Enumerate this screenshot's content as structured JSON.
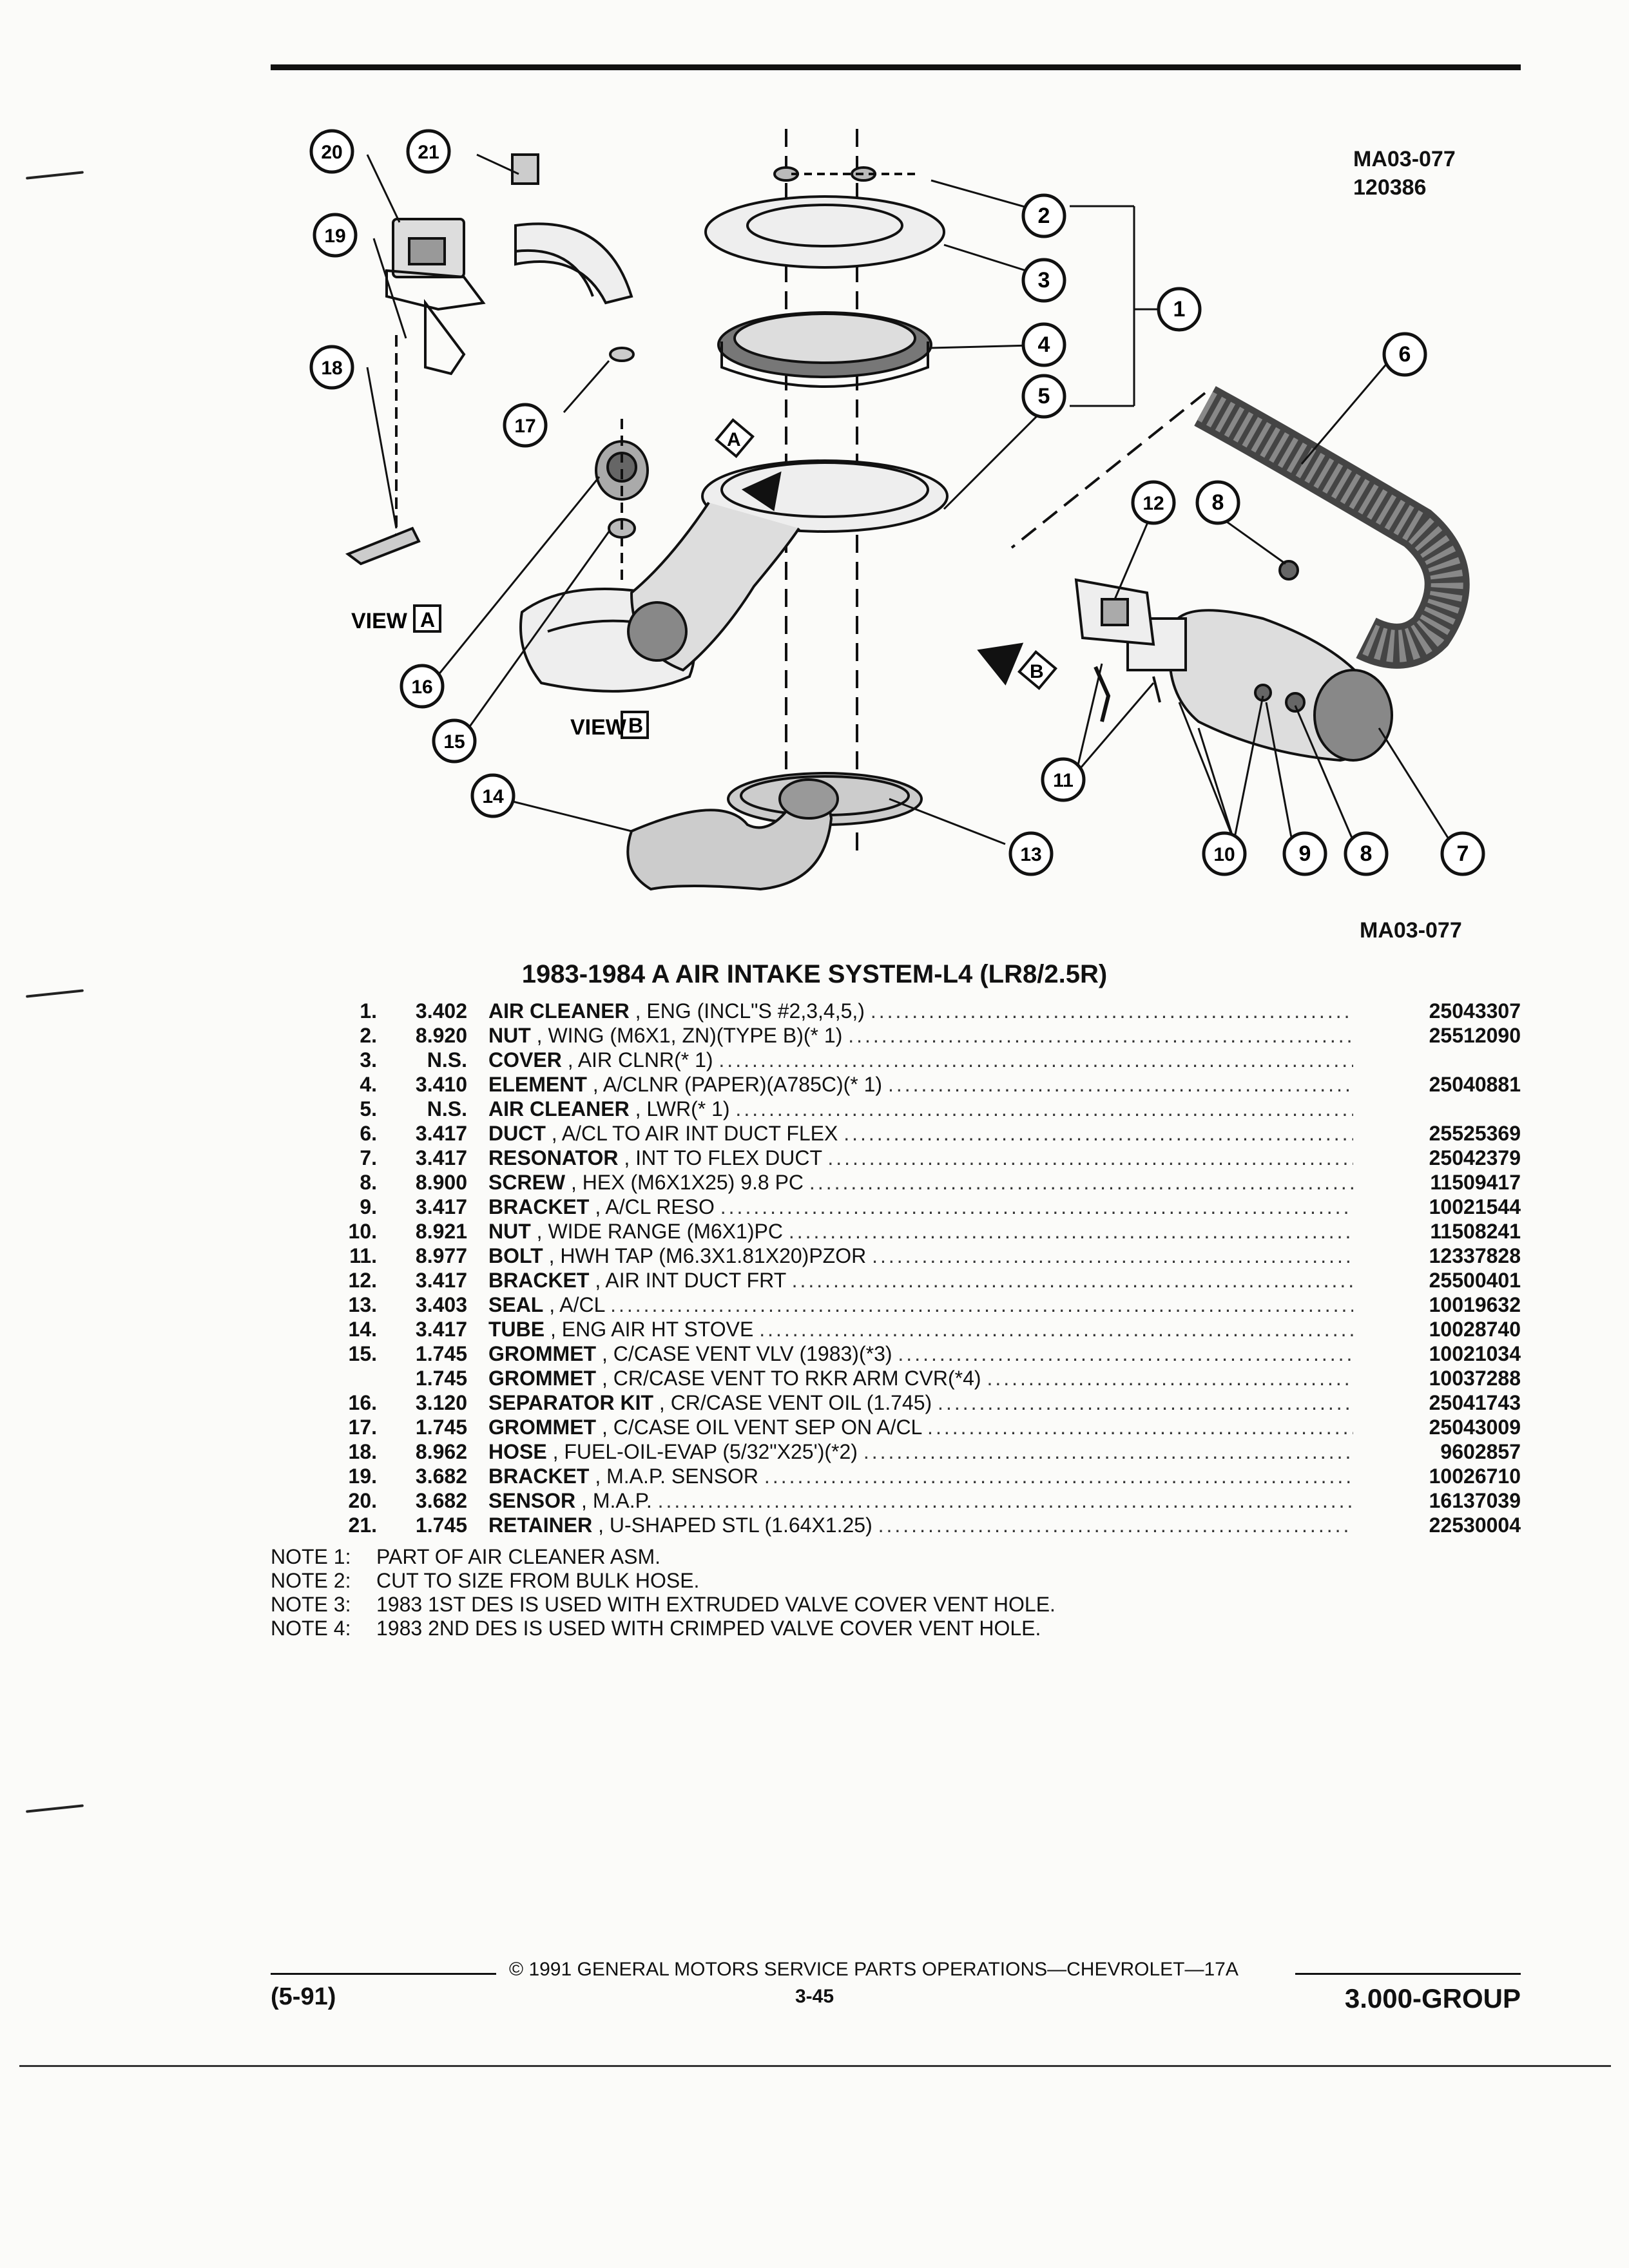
{
  "figure": {
    "code_top": "MA03-077",
    "code_top_2": "120386",
    "code_bottom": "MA03-077",
    "view_a_label": "VIEW",
    "view_a_letter": "A",
    "view_b_label": "VIEW",
    "view_b_letter": "B",
    "callouts": [
      "1",
      "2",
      "3",
      "4",
      "5",
      "6",
      "7",
      "8",
      "8",
      "9",
      "10",
      "11",
      "12",
      "13",
      "14",
      "15",
      "16",
      "17",
      "18",
      "19",
      "20",
      "21"
    ]
  },
  "section_title": "1983-1984 A AIR INTAKE SYSTEM-L4 (LR8/2.5R)",
  "parts": [
    {
      "item": "1.",
      "group": "3.402",
      "name": "AIR CLEANER",
      "desc": ", ENG (INCL\"S #2,3,4,5,)",
      "pn": "25043307"
    },
    {
      "item": "2.",
      "group": "8.920",
      "name": "NUT",
      "desc": ", WING (M6X1, ZN)(TYPE B)(* 1)",
      "pn": "25512090"
    },
    {
      "item": "3.",
      "group": "N.S.",
      "name": "COVER",
      "desc": ", AIR CLNR(* 1)",
      "pn": ""
    },
    {
      "item": "4.",
      "group": "3.410",
      "name": "ELEMENT",
      "desc": ", A/CLNR (PAPER)(A785C)(* 1)",
      "pn": "25040881"
    },
    {
      "item": "5.",
      "group": "N.S.",
      "name": "AIR CLEANER",
      "desc": ", LWR(* 1)",
      "pn": ""
    },
    {
      "item": "6.",
      "group": "3.417",
      "name": "DUCT",
      "desc": ", A/CL TO AIR INT DUCT FLEX",
      "pn": "25525369"
    },
    {
      "item": "7.",
      "group": "3.417",
      "name": "RESONATOR",
      "desc": ", INT TO FLEX DUCT",
      "pn": "25042379"
    },
    {
      "item": "8.",
      "group": "8.900",
      "name": "SCREW",
      "desc": ", HEX (M6X1X25) 9.8 PC",
      "pn": "11509417"
    },
    {
      "item": "9.",
      "group": "3.417",
      "name": "BRACKET",
      "desc": ", A/CL RESO",
      "pn": "10021544"
    },
    {
      "item": "10.",
      "group": "8.921",
      "name": "NUT",
      "desc": ", WIDE RANGE (M6X1)PC",
      "pn": "11508241"
    },
    {
      "item": "11.",
      "group": "8.977",
      "name": "BOLT",
      "desc": ", HWH TAP (M6.3X1.81X20)PZOR",
      "pn": "12337828"
    },
    {
      "item": "12.",
      "group": "3.417",
      "name": "BRACKET",
      "desc": ", AIR INT DUCT FRT",
      "pn": "25500401"
    },
    {
      "item": "13.",
      "group": "3.403",
      "name": "SEAL",
      "desc": ", A/CL",
      "pn": "10019632"
    },
    {
      "item": "14.",
      "group": "3.417",
      "name": "TUBE",
      "desc": ", ENG AIR HT STOVE",
      "pn": "10028740"
    },
    {
      "item": "15.",
      "group": "1.745",
      "name": "GROMMET",
      "desc": ", C/CASE VENT VLV (1983)(*3)",
      "pn": "10021034"
    },
    {
      "item": "",
      "group": "1.745",
      "name": "GROMMET",
      "desc": ", CR/CASE VENT TO RKR ARM CVR(*4)",
      "pn": "10037288"
    },
    {
      "item": "16.",
      "group": "3.120",
      "name": "SEPARATOR KIT",
      "desc": ", CR/CASE VENT OIL (1.745)",
      "pn": "25041743"
    },
    {
      "item": "17.",
      "group": "1.745",
      "name": "GROMMET",
      "desc": ", C/CASE OIL VENT SEP ON A/CL",
      "pn": "25043009"
    },
    {
      "item": "18.",
      "group": "8.962",
      "name": "HOSE",
      "desc": ", FUEL-OIL-EVAP (5/32\"X25')(*2)",
      "pn": "9602857"
    },
    {
      "item": "19.",
      "group": "3.682",
      "name": "BRACKET",
      "desc": ", M.A.P. SENSOR",
      "pn": "10026710"
    },
    {
      "item": "20.",
      "group": "3.682",
      "name": "SENSOR",
      "desc": ", M.A.P.",
      "pn": "16137039"
    },
    {
      "item": "21.",
      "group": "1.745",
      "name": "RETAINER",
      "desc": ", U-SHAPED STL (1.64X1.25)",
      "pn": "22530004"
    }
  ],
  "notes": [
    {
      "label": "NOTE  1:",
      "text": "PART OF AIR CLEANER ASM."
    },
    {
      "label": "NOTE  2:",
      "text": "CUT TO SIZE FROM BULK HOSE."
    },
    {
      "label": "NOTE  3:",
      "text": "1983 1ST DES IS USED WITH EXTRUDED VALVE COVER VENT HOLE."
    },
    {
      "label": "NOTE  4:",
      "text": "1983 2ND DES IS USED WITH CRIMPED VALVE COVER VENT HOLE."
    }
  ],
  "footer": {
    "copyright": "© 1991  GENERAL MOTORS SERVICE PARTS OPERATIONS—CHEVROLET—17A",
    "date_code": "(5-91)",
    "page_number": "3-45",
    "group_code": "3.000-GROUP"
  }
}
